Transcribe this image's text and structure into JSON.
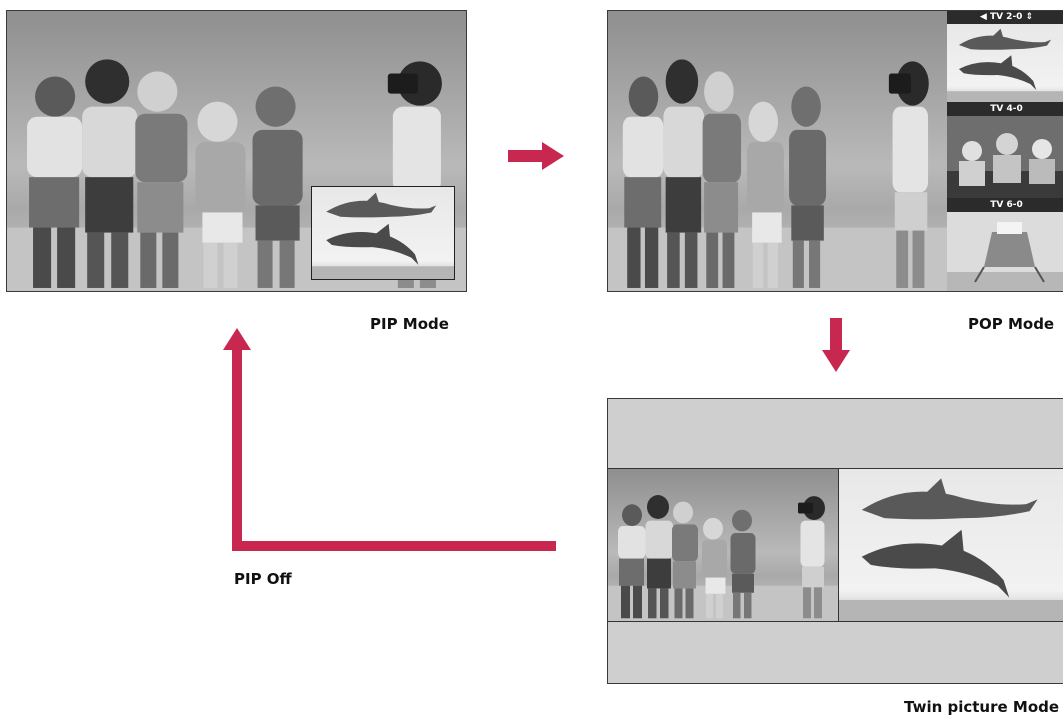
{
  "captions": {
    "pip_mode": "PIP Mode",
    "pop_mode": "POP Mode",
    "twin_mode": "Twin picture Mode",
    "pip_off": "PIP Off"
  },
  "pop_channels": [
    {
      "label": "TV 2-0",
      "left_arrow": "◀",
      "updown_arrow": "⇕"
    },
    {
      "label": "TV 4-0"
    },
    {
      "label": "TV 6-0"
    }
  ],
  "colors": {
    "arrow": "#c8284f",
    "frame": "#3a3a3a",
    "twin_background": "#cfcfcf",
    "channel_bar": "#2b2b2b"
  },
  "icons": [
    "arrow-right-icon",
    "arrow-down-icon",
    "arrow-up-icon"
  ]
}
